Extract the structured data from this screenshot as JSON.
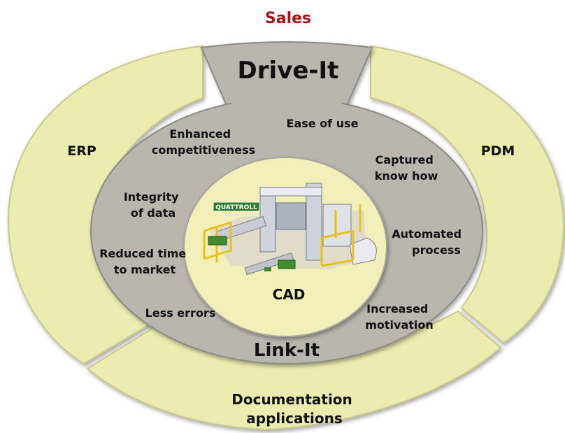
{
  "header": {
    "sales": "Sales"
  },
  "outer_ring": {
    "erp": "ERP",
    "pdm": "PDM",
    "documentation": [
      "Documentation",
      "applications"
    ]
  },
  "middle_ring": {
    "top_label": "Drive-It",
    "bottom_label": "Link-It",
    "benefits": {
      "ease_of_use": [
        "Ease of use"
      ],
      "enhanced_competitiveness": [
        "Enhanced",
        "competitiveness"
      ],
      "captured_know_how": [
        "Captured",
        "know how"
      ],
      "integrity_of_data": [
        "Integrity",
        "of data"
      ],
      "automated_process": [
        "Automated",
        "process"
      ],
      "reduced_time": [
        "Reduced time",
        "to market"
      ],
      "less_errors": [
        "Less errors"
      ],
      "increased_motivation": [
        "Increased",
        "motivation"
      ]
    }
  },
  "center": {
    "label": "CAD",
    "logo_text": "QUATTROLL"
  },
  "colors": {
    "outer_ring": "#ecebb0",
    "outer_ring_stroke": "#c9c78a",
    "middle_ring": "#b9b6ae",
    "middle_ring_stroke": "#8c8a84",
    "inner_circle": "#f2efb8",
    "sales_text": "#a3161a",
    "machine_yellow": "#e8c21a",
    "machine_green": "#3f8d2c"
  }
}
